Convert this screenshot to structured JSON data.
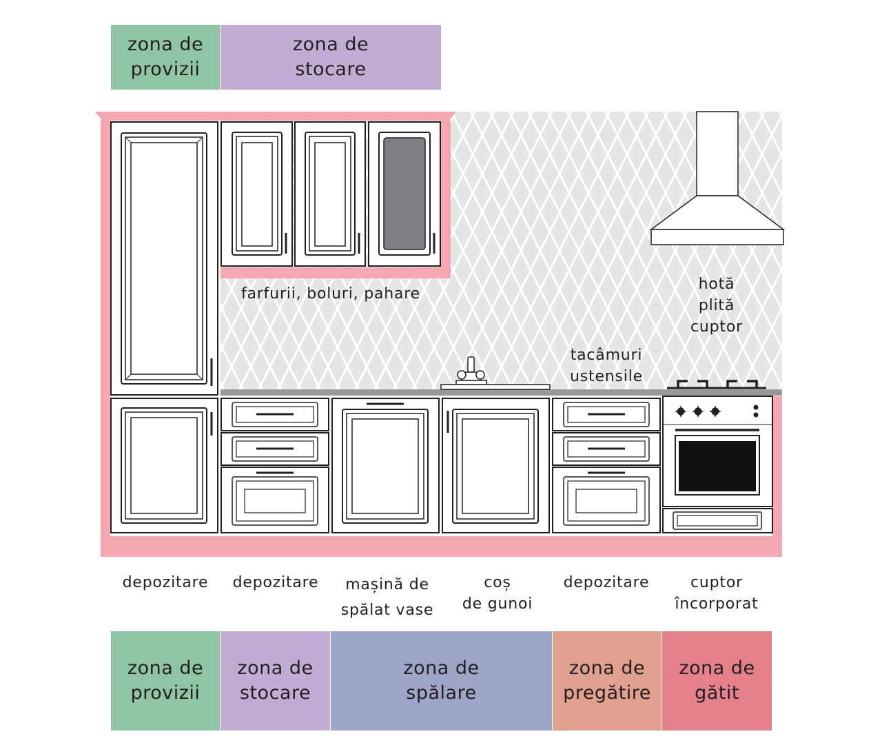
{
  "colors": {
    "provizii": "#8fc5a5",
    "stocare": "#c2acd4",
    "spalare": "#9da6c6",
    "pregatire": "#dfa08e",
    "gatit": "#e5808d",
    "frame_pink": "#f4a7b0",
    "counter": "#999999"
  },
  "top_zones": [
    {
      "key": "provizii",
      "label": "zona de\nprovizii"
    },
    {
      "key": "stocare",
      "label": "zona de\nstocare"
    }
  ],
  "bottom_zones": [
    {
      "key": "provizii",
      "label": "zona de\nprovizii"
    },
    {
      "key": "stocare",
      "label": "zona de\nstocare"
    },
    {
      "key": "spalare",
      "label": "zona de\nspălare"
    },
    {
      "key": "pregatire",
      "label": "zona de\npregătire"
    },
    {
      "key": "gatit",
      "label": "zona de\ngătit"
    }
  ],
  "annotations": {
    "upper_cabinets": "farfurii, boluri, pahare",
    "cooking": "hotă\nplită\ncuptor",
    "prep": "tacâmuri\nustensile"
  },
  "cabinet_labels": [
    "depozitare",
    "depozitare",
    "mașină de\nspălat vase",
    "coș\nde gunoi",
    "depozitare",
    "cuptor\nîncorporat"
  ]
}
